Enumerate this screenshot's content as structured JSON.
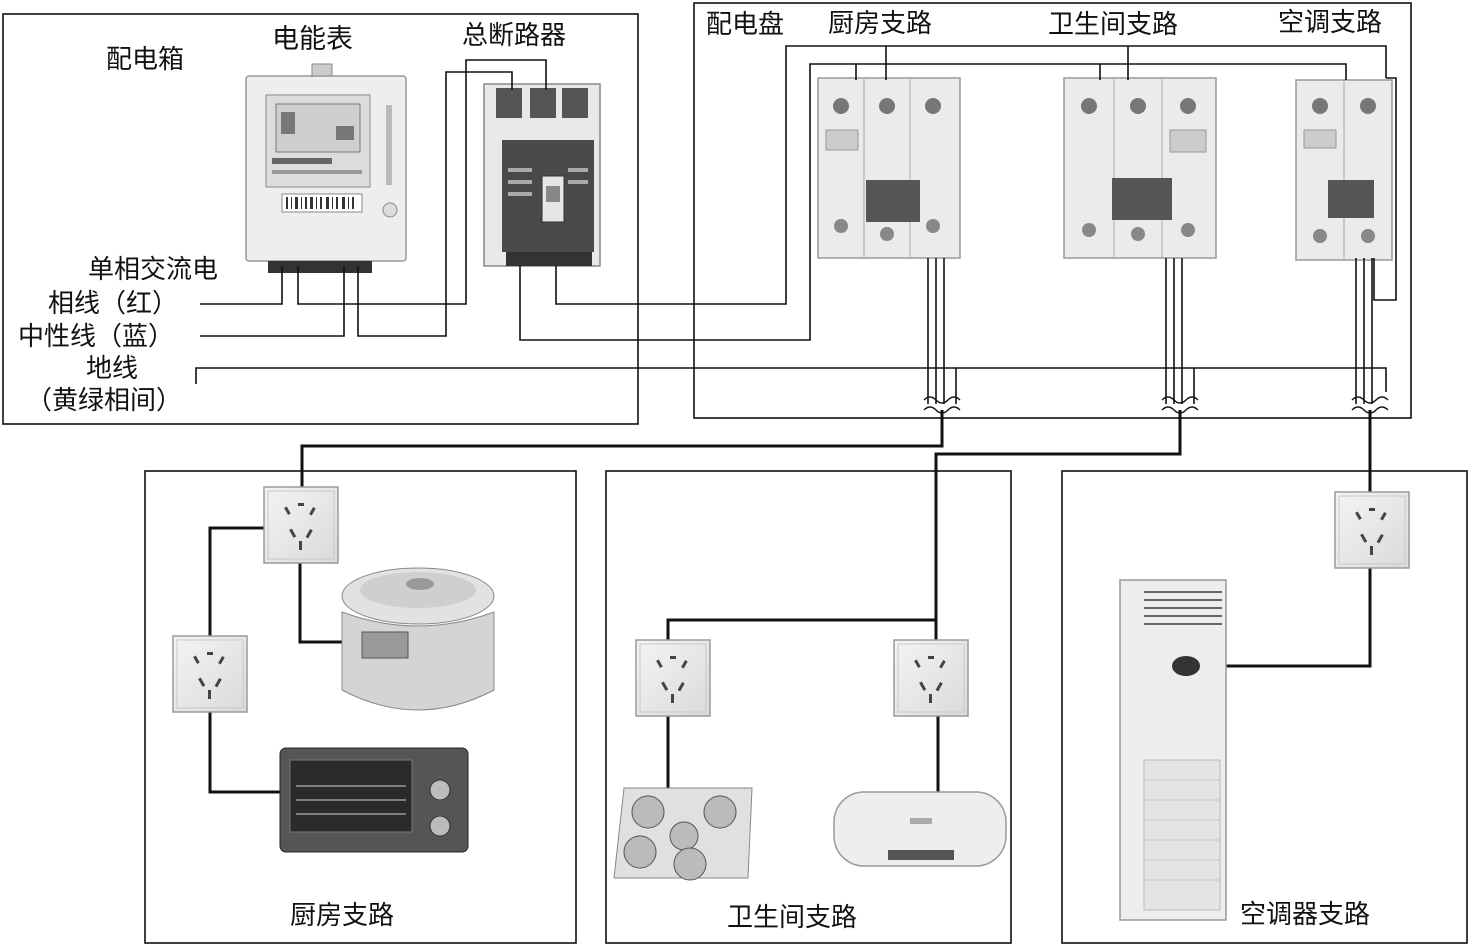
{
  "distribution_box": {
    "title": "配电箱",
    "meter_label": "电能表",
    "main_breaker_label": "总断路器",
    "supply_label": "单相交流电",
    "phase_label": "相线（红）",
    "neutral_label": "中性线（蓝）",
    "ground_label_line1": "地线",
    "ground_label_line2": "（黄绿相间）"
  },
  "distribution_panel": {
    "title": "配电盘",
    "kitchen_branch": "厨房支路",
    "bathroom_branch": "卫生间支路",
    "ac_branch": "空调支路"
  },
  "rooms": {
    "kitchen": "厨房支路",
    "bathroom": "卫生间支路",
    "ac": "空调器支路"
  },
  "icons": [
    "electricity-meter-icon",
    "main-breaker-icon",
    "breaker-icon",
    "socket-icon",
    "rice-cooker-icon",
    "toaster-oven-icon",
    "bath-heater-icon",
    "water-heater-icon",
    "air-conditioner-icon"
  ]
}
